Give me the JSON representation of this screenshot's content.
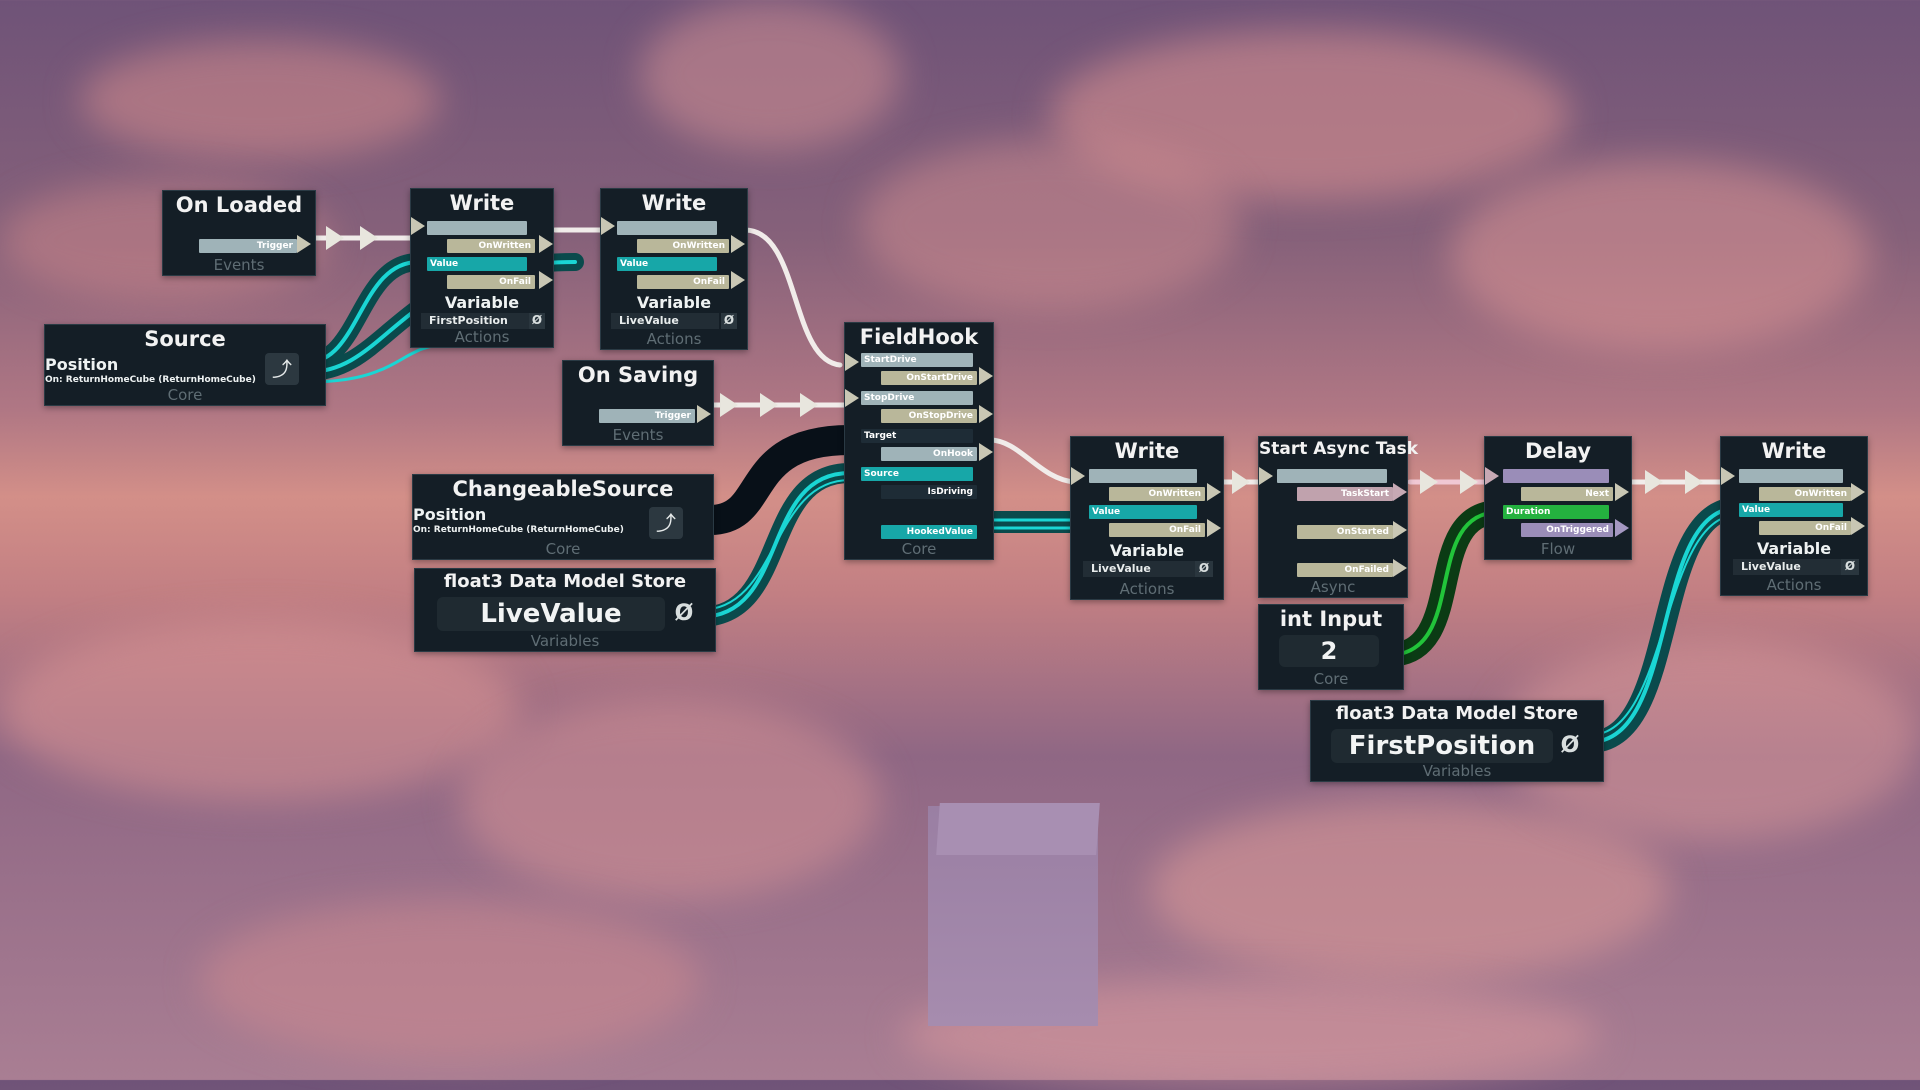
{
  "colors": {
    "cyan_wire": "#1ad6d4",
    "impulse_wire": "#f1ecea",
    "green_wire": "#22c43a",
    "node_bg": "#141e26"
  },
  "nodes": {
    "on_loaded": {
      "title": "On Loaded",
      "out": "Trigger",
      "category": "Events"
    },
    "write1": {
      "title": "Write",
      "inputs": [
        "Value"
      ],
      "outputs": [
        "OnWritten",
        "OnFail"
      ],
      "sub": "Variable",
      "variable": "FirstPosition",
      "null": "Ø",
      "category": "Actions"
    },
    "write2": {
      "title": "Write",
      "inputs": [
        "Value"
      ],
      "outputs": [
        "OnWritten",
        "OnFail"
      ],
      "sub": "Variable",
      "variable": "LiveValue",
      "null": "Ø",
      "category": "Actions"
    },
    "source": {
      "title": "Source",
      "field": "Position",
      "on": "On: ReturnHomeCube (ReturnHomeCube)",
      "icon": "⤴",
      "category": "Core"
    },
    "on_saving": {
      "title": "On Saving",
      "out": "Trigger",
      "category": "Events"
    },
    "fieldhook": {
      "title": "FieldHook",
      "inputs": [
        "StartDrive",
        "StopDrive",
        "Target",
        "Source"
      ],
      "outputs": [
        "OnStartDrive",
        "OnStopDrive",
        "OnHook",
        "IsDriving",
        "HookedValue"
      ],
      "category": "Core"
    },
    "changeable": {
      "title": "ChangeableSource",
      "field": "Position",
      "on": "On: ReturnHomeCube (ReturnHomeCube)",
      "icon": "⤴",
      "category": "Core"
    },
    "store1": {
      "title": "float3 Data Model Store",
      "value": "LiveValue",
      "null": "Ø",
      "category": "Variables"
    },
    "write3": {
      "title": "Write",
      "inputs": [
        "Value"
      ],
      "outputs": [
        "OnWritten",
        "OnFail"
      ],
      "sub": "Variable",
      "variable": "LiveValue",
      "null": "Ø",
      "category": "Actions"
    },
    "async": {
      "title": "Start Async Task",
      "outputs": [
        "TaskStart",
        "OnStarted",
        "OnFailed"
      ],
      "category": "Async"
    },
    "delay": {
      "title": "Delay",
      "inputs": [
        "Duration"
      ],
      "outputs": [
        "Next",
        "OnTriggered"
      ],
      "category": "Flow"
    },
    "write4": {
      "title": "Write",
      "inputs": [
        "Value"
      ],
      "outputs": [
        "OnWritten",
        "OnFail"
      ],
      "sub": "Variable",
      "variable": "LiveValue",
      "null": "Ø",
      "category": "Actions"
    },
    "int_input": {
      "title": "int Input",
      "value": "2",
      "category": "Core"
    },
    "store2": {
      "title": "float3 Data Model Store",
      "value": "FirstPosition",
      "null": "Ø",
      "category": "Variables"
    }
  }
}
